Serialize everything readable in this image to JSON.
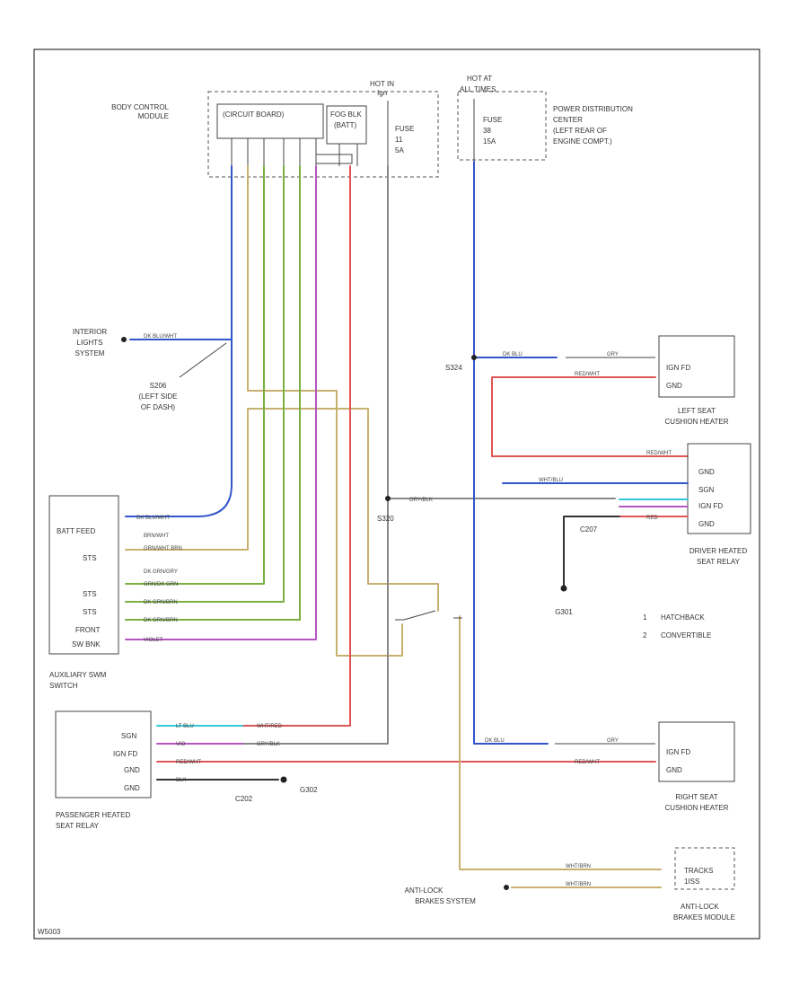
{
  "modules": {
    "bcm": {
      "title1": "BODY CONTROL",
      "title2": "MODULE",
      "circuit_board": "(CIRCUIT BOARD)",
      "relay": "FOG BLK",
      "relay2": "(BATT)",
      "fuse": "FUSE",
      "fuse_num": "11",
      "fuse_amp": "5A",
      "hot": "HOT IN",
      "hot2": "Ign"
    },
    "pdc": {
      "hot": "HOT AT",
      "hot2": "ALL TIMES",
      "fuse": "FUSE",
      "fuse_num": "38",
      "fuse_amp": "15A",
      "t1": "POWER DISTRIBUTION",
      "t2": "CENTER",
      "t3": "(LEFT REAR OF",
      "t4": "ENGINE COMPT.)"
    },
    "interior": {
      "t1": "INTERIOR",
      "t2": "LIGHTS",
      "t3": "SYSTEM"
    },
    "s206": {
      "t1": "S206",
      "t2": "(LEFT SIDE",
      "t3": "OF DASH)"
    },
    "aux": {
      "pins": [
        "BATT FEED",
        "STS",
        "STS",
        "STS",
        "FRONT",
        "SW BNK"
      ],
      "t1": "AUXILIARY SWM",
      "t2": "SWITCH"
    },
    "left_seat": {
      "pins": [
        "IGN FD",
        "GND"
      ],
      "t1": "LEFT SEAT",
      "t2": "CUSHION HEATER"
    },
    "driver_relay": {
      "pins": [
        "GND",
        "SGN",
        "IGN FD",
        "GND"
      ],
      "t1": "DRIVER HEATED",
      "t2": "SEAT RELAY"
    },
    "pass_relay": {
      "pins": [
        "SGN",
        "IGN FD",
        "GND",
        "GND"
      ],
      "t1": "PASSENGER HEATED",
      "t2": "SEAT RELAY"
    },
    "right_seat": {
      "pins": [
        "IGN FD",
        "GND"
      ],
      "t1": "RIGHT SEAT",
      "t2": "CUSHION HEATER"
    },
    "abs_module": {
      "t1": "TRACKS",
      "t2": "1ISS",
      "t3": "ANTI-LOCK",
      "t4": "BRAKES MODULE"
    },
    "abs_system": {
      "t1": "ANTI-LOCK",
      "t2": "BRAKES SYSTEM"
    }
  },
  "splices": {
    "s324": "S324",
    "s320": "S320",
    "g301": "G301",
    "g302": "G302",
    "c202": "C202",
    "c207": "C207"
  },
  "legend": [
    {
      "num": "1",
      "text": "HATCHBACK"
    },
    {
      "num": "2",
      "text": "CONVERTIBLE"
    }
  ],
  "wire_labels": {
    "dk_blu_wht": "DK BLU/WHT",
    "brn_wht": "BRN/WHT",
    "grn_wht": "GRN/WHT BRN",
    "dk_grn_gry": "DK GRN/GRY",
    "grn_dk_grn": "GRN/DK GRN",
    "grn_brn": "DK GRN/BRN",
    "violet": "VIOLET",
    "lt_blu": "LT BLU",
    "vio": "VIO",
    "red_wht": "RED/WHT",
    "blk": "BLK",
    "gry": "GRY",
    "gry_blk": "GRY/BLK",
    "wht_red": "WHT/RED",
    "wht_brn": "WHT/BRN",
    "dk_blu": "DK BLU",
    "wht_blu": "WHT/BLU",
    "red": "RED"
  },
  "colors": {
    "blue": "#3355cc",
    "red": "#e05555",
    "green": "#7ab040",
    "tan": "#c8b070",
    "violet": "#b455c0",
    "cyan": "#33c8d8",
    "gray": "#888888",
    "black": "#333333"
  },
  "footer_code": "W5003"
}
